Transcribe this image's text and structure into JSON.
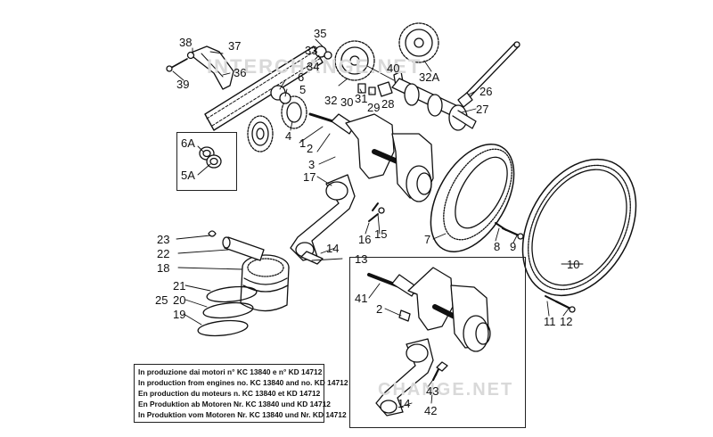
{
  "callouts": [
    {
      "id": "38",
      "text": "38"
    },
    {
      "id": "37",
      "text": "37"
    },
    {
      "id": "36",
      "text": "36"
    },
    {
      "id": "39",
      "text": "39"
    },
    {
      "id": "35",
      "text": "35"
    },
    {
      "id": "34",
      "text": "34"
    },
    {
      "id": "33",
      "text": "33"
    },
    {
      "id": "6",
      "text": "6"
    },
    {
      "id": "5",
      "text": "5"
    },
    {
      "id": "4",
      "text": "4"
    },
    {
      "id": "32",
      "text": "32"
    },
    {
      "id": "30",
      "text": "30"
    },
    {
      "id": "31",
      "text": "31"
    },
    {
      "id": "29",
      "text": "29"
    },
    {
      "id": "28",
      "text": "28"
    },
    {
      "id": "40",
      "text": "40"
    },
    {
      "id": "32A",
      "text": "32A"
    },
    {
      "id": "26",
      "text": "26"
    },
    {
      "id": "27",
      "text": "27"
    },
    {
      "id": "1",
      "text": "1"
    },
    {
      "id": "2",
      "text": "2"
    },
    {
      "id": "3",
      "text": "3"
    },
    {
      "id": "6A",
      "text": "6A"
    },
    {
      "id": "5A",
      "text": "5A"
    },
    {
      "id": "17",
      "text": "17"
    },
    {
      "id": "16",
      "text": "16"
    },
    {
      "id": "15",
      "text": "15"
    },
    {
      "id": "14",
      "text": "14"
    },
    {
      "id": "13",
      "text": "13"
    },
    {
      "id": "7",
      "text": "7"
    },
    {
      "id": "8",
      "text": "8"
    },
    {
      "id": "9",
      "text": "9"
    },
    {
      "id": "10",
      "text": "10"
    },
    {
      "id": "23",
      "text": "23"
    },
    {
      "id": "22",
      "text": "22"
    },
    {
      "id": "18",
      "text": "18"
    },
    {
      "id": "21",
      "text": "21"
    },
    {
      "id": "25",
      "text": "25"
    },
    {
      "id": "20",
      "text": "20"
    },
    {
      "id": "19",
      "text": "19"
    },
    {
      "id": "41",
      "text": "41"
    },
    {
      "id": "2b",
      "text": "2"
    },
    {
      "id": "11",
      "text": "11"
    },
    {
      "id": "12",
      "text": "12"
    },
    {
      "id": "43",
      "text": "43"
    },
    {
      "id": "14b",
      "text": "14"
    },
    {
      "id": "42",
      "text": "42"
    }
  ],
  "note": {
    "lines": [
      "In produzione dai motori n° KC 13840 e n° KD 14712",
      "In production from engines no. KC 13840 and no. KD 14712",
      "En production du moteurs n. KC 13840 et KD 14712",
      "En Produktion ab Motoren Nr. KC 13840 und KD 14712",
      "In Produktion vom Motoren Nr. KC 13840 und Nr. KD 14712"
    ]
  },
  "watermark": {
    "top": "INTERCHANGE.NET",
    "bottom": "CHANGE.NET"
  }
}
